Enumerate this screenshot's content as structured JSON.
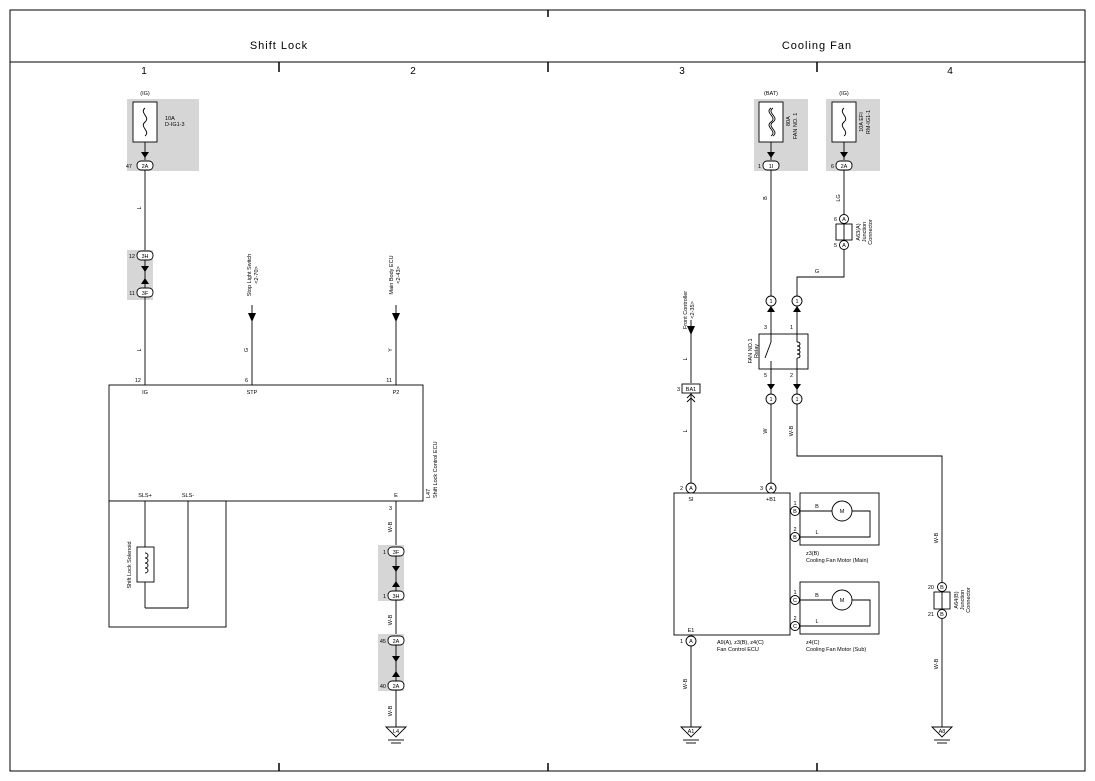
{
  "header": {
    "left_title": "Shift Lock",
    "right_title": "Cooling Fan"
  },
  "columns": [
    "1",
    "2",
    "3",
    "4"
  ],
  "shift_lock": {
    "fuse_source": "(IG)",
    "fuse_rating": "10A",
    "fuse_name": "D-IG1-3",
    "jb_pin_top": "47",
    "jb_conn_top": "2A",
    "wire_l_1": "L",
    "jc_pin_a": "12",
    "jc_conn_a": "3H",
    "jc_pin_b": "11",
    "jc_conn_b": "3F",
    "wire_l_2": "L",
    "stop_light_label_1": "Stop Light Switch",
    "stop_light_label_2": "<2-70>",
    "wire_g": "G",
    "main_body_label_1": "Main Body ECU",
    "main_body_label_2": "<2-43>",
    "wire_y": "Y",
    "ecu_pin_ig": "12",
    "ecu_pin_stp": "6",
    "ecu_pin_p2": "11",
    "ecu_term_ig": "IG",
    "ecu_term_stp": "STP",
    "ecu_term_p2": "P2",
    "ecu_term_sls_plus": "SLS+",
    "ecu_term_sls_minus": "SLS-",
    "ecu_term_e": "E",
    "ecu_code": "L47",
    "ecu_name": "Shift Lock Control ECU",
    "solenoid_label": "Shift Lock Solenoid",
    "ecu_pin_e": "3",
    "wire_wb_1": "W-B",
    "jc2_pin_a": "1",
    "jc2_conn_a": "3F",
    "jc2_pin_b": "1",
    "jc2_conn_b": "3H",
    "wire_wb_2": "W-B",
    "jc3_pin_a": "45",
    "jc3_conn_a": "2A",
    "jc3_pin_b": "40",
    "jc3_conn_b": "2A",
    "wire_wb_3": "W-B",
    "ground_label": "L4"
  },
  "cooling_fan": {
    "fuse1_source": "(BAT)",
    "fuse1_rating": "80A",
    "fuse1_name": "FAN NO. 1",
    "fuse1_pin": "1",
    "fuse1_conn": "1I",
    "fuse2_source": "(IG)",
    "fuse2_rating": "10A EFI",
    "fuse2_name": "RM-IG1-1",
    "fuse2_pin": "6",
    "fuse2_conn": "2A",
    "wire_b": "B",
    "wire_lg": "LG",
    "jconn_pin_top": "6",
    "jconn_top": "A",
    "jconn_pin_bot": "5",
    "jconn_bot": "A",
    "jconn_code": "A63(A)",
    "jconn_name_1": "Junction",
    "jconn_name_2": "Connector",
    "wire_g": "G",
    "relay_conn_1": "1",
    "relay_conn_2": "1",
    "relay_pin_3": "3",
    "relay_pin_1": "1",
    "relay_pin_5": "5",
    "relay_pin_2": "2",
    "relay_conn_3": "1",
    "relay_conn_4": "1",
    "relay_name_1": "FAN NO.1",
    "relay_name_2": "Relay",
    "front_ctrl_1": "Front Controller",
    "front_ctrl_2": "<2-35>",
    "wire_l_top": "L",
    "ba1_pin": "3",
    "ba1_conn": "BA1",
    "wire_l_mid": "L",
    "wire_w": "W",
    "wire_wb_relay": "W-B",
    "ecu_si_pin": "2",
    "ecu_si_conn": "A",
    "ecu_b1_pin": "3",
    "ecu_b1_conn": "A",
    "ecu_term_si": "SI",
    "ecu_term_b1": "+B1",
    "ecu_term_e1": "E1",
    "ecu_e1_pin": "1",
    "ecu_e1_conn": "A",
    "ecu_codes": "A9(A), z3(B), z4(C)",
    "ecu_name": "Fan Control ECU",
    "motor_main_pin1": "1",
    "motor_main_conn1": "B",
    "motor_main_pin2": "2",
    "motor_main_conn2": "B",
    "motor_main_wire_b": "B",
    "motor_main_wire_l": "L",
    "motor_main_code": "z3(B)",
    "motor_main_name": "Cooling Fan Motor (Main)",
    "motor_sub_pin1": "1",
    "motor_sub_conn1": "C",
    "motor_sub_pin2": "2",
    "motor_sub_conn2": "C",
    "motor_sub_wire_b": "B",
    "motor_sub_wire_l": "L",
    "motor_sub_code": "z4(C)",
    "motor_sub_name": "Cooling Fan Motor (Sub)",
    "motor_symbol": "M",
    "wire_wb_e1": "W-B",
    "ground_a1": "A1",
    "jconn2_pin_top": "20",
    "jconn2_top": "B",
    "jconn2_pin_bot": "21",
    "jconn2_bot": "B",
    "jconn2_code": "A64(B)",
    "jconn2_name_1": "Junction",
    "jconn2_name_2": "Connector",
    "wire_wb_right_1": "W-B",
    "wire_wb_right_2": "W-B",
    "ground_a8": "A8"
  }
}
